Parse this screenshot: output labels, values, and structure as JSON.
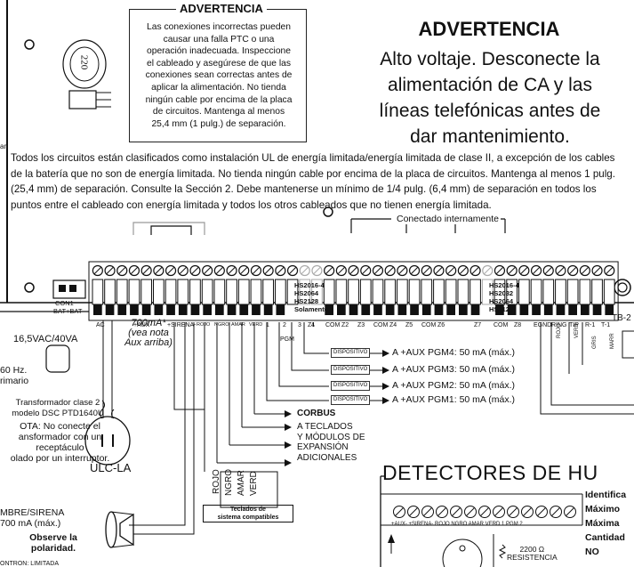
{
  "warning_box": {
    "title": "ADVERTENCIA",
    "lines": [
      "Las conexiones incorrectas pueden",
      "causar una falla PTC o una",
      "operación inadecuada. Inspeccione",
      "el cableado y asegúrese de que las",
      "conexiones sean correctas antes de",
      "aplicar la alimentación. No tienda",
      "ningún cable por encima de la placa",
      "de circuitos. Mantenga al menos",
      "25,4 mm (1 pulg.) de separación."
    ]
  },
  "ptc_label": "220",
  "main_warning": {
    "title": "ADVERTENCIA",
    "lines": [
      "Alto voltaje. Desconecte la",
      "alimentación de CA y las",
      "líneas telefónicas antes de",
      "dar mantenimiento."
    ]
  },
  "circuit_note": "Todos los circuitos están clasificados como instalación UL de energía limitada/energía limitada de clase II, a excepción de los cables de la batería que no son de energía limitada. No tienda ningún cable por encima de la placa de circuitos. Mantenga al menos 1 pulg. (25,4 mm) de separación. Consulte la Sección 2. Debe mantenerse un mínimo de 1/4 pulg. (6,4 mm) de separación en todos los puntos entre el cableado con energía limitada y todos los otros cableados que no tienen energía limitada.",
  "internal_connection": "Conectado internamente",
  "battery": {
    "con": "CON1",
    "terminals": "BAT+BAT-"
  },
  "terminal_labels": [
    "AC",
    "+AUX-",
    "+SIRENA-",
    "ROJO",
    "NGRO",
    "AMAR",
    "VERD",
    "1",
    "2",
    "3",
    "4",
    "Z1",
    "COM",
    "Z2",
    "Z3",
    "COM",
    "Z4",
    "Z5",
    "COM",
    "Z6",
    "Z7",
    "COM",
    "Z8",
    "EGND",
    "RING",
    "TIP",
    "R-1",
    "T-1"
  ],
  "pgm_label": "PGM",
  "model_groups": {
    "left": [
      "HS2016-4",
      "HS2064",
      "HS2128",
      "Solamente"
    ],
    "right": [
      "HS2016-4",
      "HS2032",
      "HS2064",
      "HS2128"
    ]
  },
  "tb_label": "TB-2",
  "aux_note": [
    "700mA*",
    "(vea nota",
    "Aux arriba)"
  ],
  "transformer": {
    "rating": "16,5VAC/40VA",
    "hz": [
      "60 Hz.",
      "rimario"
    ],
    "desc": [
      "Transformador clase 2",
      "modelo DSC PTD1640U"
    ],
    "note": [
      "OTA: No conecte el",
      "ansformador con un",
      "receptáculo",
      "olado por un interruptor."
    ],
    "ulc": "ULC-LA"
  },
  "siren": {
    "lines": [
      "MBRE/SIRENA",
      "700 mA (máx.)"
    ],
    "observe": [
      "Observe la",
      "polaridad."
    ],
    "cut": "ONTRÓN: LIMITADA"
  },
  "devices": [
    {
      "tag": "DISPOSITIVO",
      "text": "A +AUX PGM4: 50 mA (máx.)"
    },
    {
      "tag": "DISPOSITIVO",
      "text": "A +AUX PGM3: 50 mA (máx.)"
    },
    {
      "tag": "DISPOSITIVO",
      "text": "A +AUX PGM2: 50 mA (máx.)"
    },
    {
      "tag": "DISPOSITIVO",
      "text": "A +AUX PGM1: 50 mA (máx.)"
    }
  ],
  "corbus": {
    "title": "CORBUS",
    "lines": [
      "A TECLADOS",
      "Y MÓDULOS DE",
      "EXPANSIÓN",
      "ADICIONALES"
    ]
  },
  "wire_colors": [
    "ROJO",
    "NGRO",
    "AMAR",
    "VERD"
  ],
  "keypads": [
    "Teclados de",
    "sistema compatibles"
  ],
  "detectors": {
    "title": "DETECTORES DE HU",
    "side": [
      "Identifica",
      "Máximo",
      "Máxima",
      "Cantidad",
      "NO"
    ],
    "terminals": "+AUX-  +SIRENA-  ROJO NGRO AMAR VERD  1  PGM 2",
    "resistor": [
      "2200 Ω",
      "RESISTENCIA"
    ]
  },
  "phone_wires": [
    "ROJO",
    "VERD",
    "GRIS",
    "MARR"
  ],
  "cut_label": "ar"
}
